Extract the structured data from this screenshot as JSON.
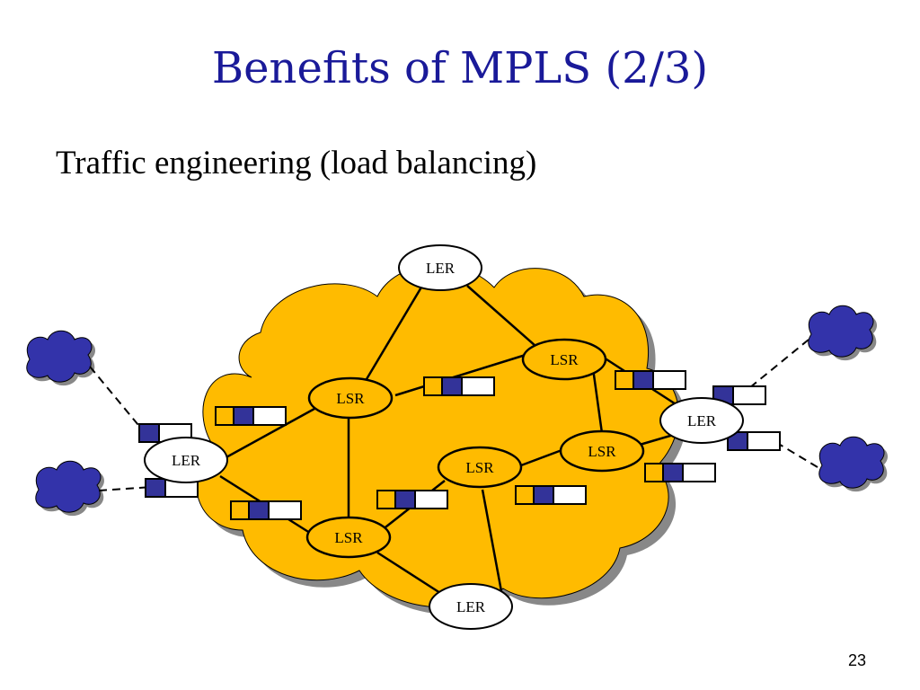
{
  "slide": {
    "title": "Benefits of MPLS (2/3)",
    "subtitle": "Traffic engineering (load balancing)",
    "page_number": "23"
  },
  "diagram": {
    "node_labels": {
      "ler_top": "LER",
      "ler_left": "LER",
      "ler_right": "LER",
      "ler_bottom": "LER",
      "lsr_left": "LSR",
      "lsr_top_right": "LSR",
      "lsr_center": "LSR",
      "lsr_right": "LSR",
      "lsr_bottom": "LSR"
    },
    "colors": {
      "cloud_fill": "#ffbb00",
      "cloud_shadow": "#888888",
      "small_cloud_fill": "#3333aa",
      "packet_blue": "#333399",
      "packet_yellow": "#ffbb00",
      "title_color": "#1a1a99"
    }
  }
}
